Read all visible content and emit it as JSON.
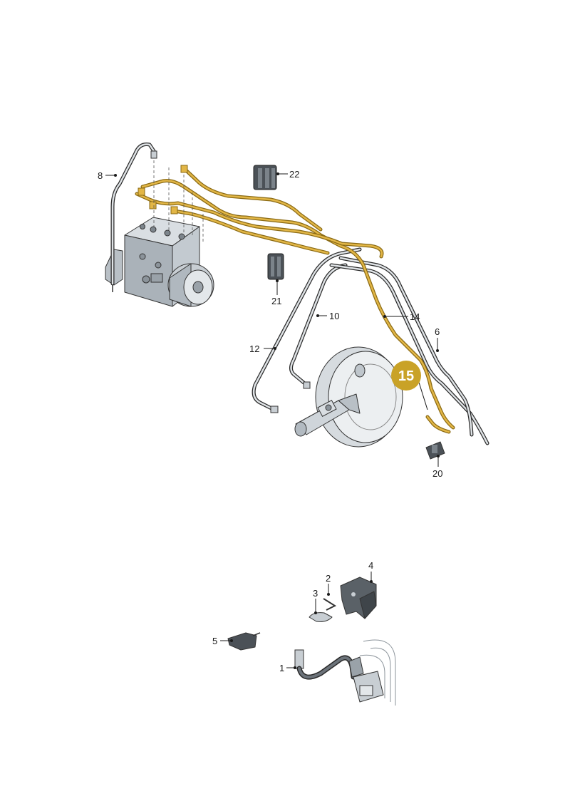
{
  "colors": {
    "highlight": "#c9a227",
    "highlight_pipe": "#e2b646",
    "pipe": "#dfe3e6",
    "outline": "#2a2a2a"
  },
  "highlight_badge": {
    "label": "15"
  },
  "callouts": [
    {
      "id": "8",
      "label": "8"
    },
    {
      "id": "22",
      "label": "22"
    },
    {
      "id": "21",
      "label": "21"
    },
    {
      "id": "10",
      "label": "10"
    },
    {
      "id": "14",
      "label": "14"
    },
    {
      "id": "6",
      "label": "6"
    },
    {
      "id": "12",
      "label": "12"
    },
    {
      "id": "20",
      "label": "20"
    },
    {
      "id": "4",
      "label": "4"
    },
    {
      "id": "2",
      "label": "2"
    },
    {
      "id": "3",
      "label": "3"
    },
    {
      "id": "5",
      "label": "5"
    },
    {
      "id": "1",
      "label": "1"
    }
  ]
}
